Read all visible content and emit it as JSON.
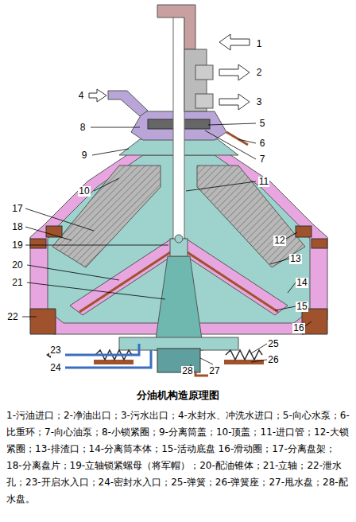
{
  "diagram": {
    "title": "分油机构造原理图",
    "caption": "1-污油进口；2-净油出口；3-污水出口；4-水封水、冲洗水进口；5-向心水泵；6-比重环；7-向心油泵；8-小锁紧圈；9-分离筒盖；10-顶盖；11-进口管；12-大锁紧圈；13-排渣口；14-分离筒本体；15-活动底盘 16-滑动圈；17-分离盘架；18-分离盘片；19-立轴锁紧螺母（将军帽）；20-配油锥体；21-立轴；22-泄水孔；23-开启水入口；24-密封水入口；25-弹簧；26-弹簧座；27-甩水盘；28-配水盘。",
    "labels": [
      "1",
      "2",
      "3",
      "4",
      "5",
      "6",
      "7",
      "8",
      "9",
      "10",
      "11",
      "12",
      "13",
      "14",
      "15",
      "16",
      "17",
      "18",
      "19",
      "20",
      "21",
      "22",
      "23",
      "24",
      "25",
      "26",
      "27",
      "28"
    ]
  }
}
